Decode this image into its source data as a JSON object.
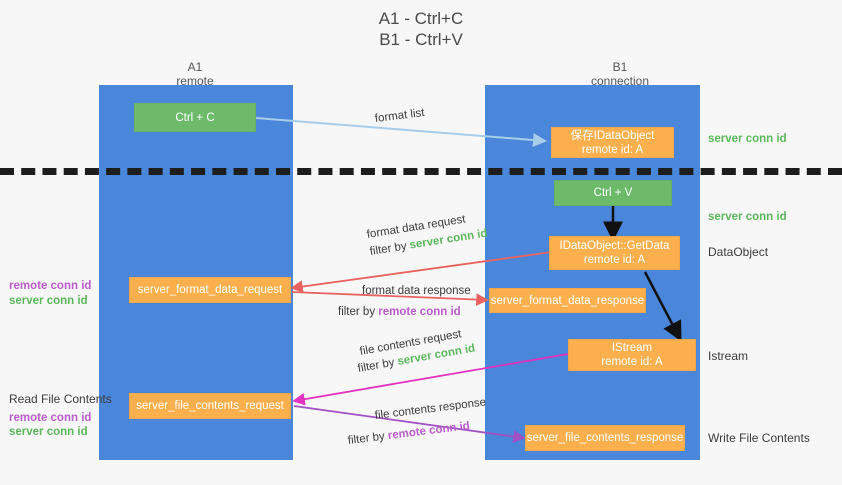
{
  "title": {
    "line1": "A1 - Ctrl+C",
    "line2": "B1 - Ctrl+V"
  },
  "columns": [
    {
      "name": "A1",
      "sub": "remote"
    },
    {
      "name": "B1",
      "sub": "connection"
    }
  ],
  "nodes": {
    "ctrl_c": "Ctrl + C",
    "ctrl_v": "Ctrl + V",
    "save_idataobject_l1": "保存IDataObject",
    "save_idataobject_l2": "remote id: A",
    "getdata_l1": "IDataObject::GetData",
    "getdata_l2": "remote id: A",
    "istream_l1": "IStream",
    "istream_l2": "remote id: A",
    "server_format_data_request": "server_format_data_request",
    "server_format_data_response": "server_format_data_response",
    "server_file_contents_request": "server_file_contents_request",
    "server_file_contents_response": "server_file_contents_response"
  },
  "right_labels": {
    "server_conn_id_1": "server conn id",
    "server_conn_id_2": "server conn id",
    "dataobject": "DataObject",
    "istream": "Istream",
    "write_file_contents": "Write File Contents"
  },
  "left_labels": {
    "remote_conn_id_1": "remote conn id",
    "server_conn_id_1": "server conn id",
    "read_file_contents": "Read File Contents",
    "remote_conn_id_2": "remote conn id",
    "server_conn_id_2": "server conn id"
  },
  "edges": {
    "format_list": "format list",
    "format_data_request": "format data request",
    "format_data_request_filter_prefix": "filter by ",
    "format_data_request_filter_value": "server conn id",
    "format_data_response": "format data response",
    "format_data_response_filter_prefix": "filter by ",
    "format_data_response_filter_value": "remote conn id",
    "file_contents_request": "file contents request",
    "file_contents_request_filter_prefix": "filter by ",
    "file_contents_request_filter_value": "server conn id",
    "file_contents_response": "file contents response",
    "file_contents_response_filter_prefix": "filter by ",
    "file_contents_response_filter_value": "remote conn id"
  },
  "colors": {
    "lane": "#4a86d9",
    "green": "#6dbb6a",
    "orange": "#fbb04d",
    "green_text": "#5cb85c",
    "purple_text": "#bb5ccb",
    "arrow_blue": "#a8cdeb",
    "arrow_red": "#e8635f",
    "arrow_magenta": "#e332bf",
    "arrow_purple": "#a04fc4",
    "arrow_black": "#111111",
    "background": "#f7f7f7"
  }
}
